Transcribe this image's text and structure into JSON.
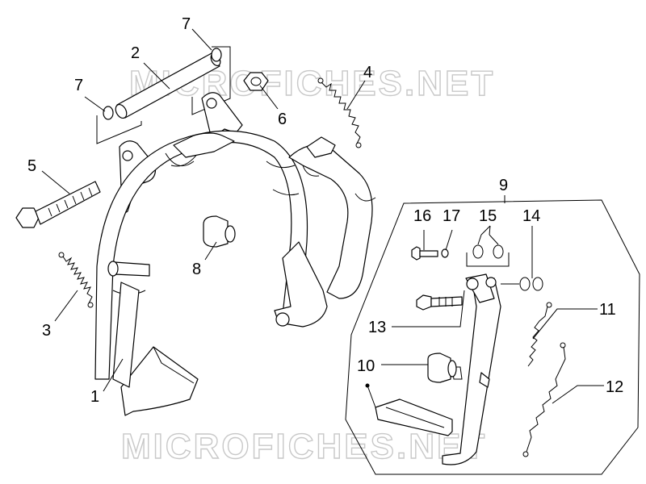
{
  "watermark": {
    "text": "MICROFICHES.NET"
  },
  "callouts": {
    "c1": "1",
    "c2": "2",
    "c3": "3",
    "c4": "4",
    "c5": "5",
    "c6": "6",
    "c7a": "7",
    "c7b": "7",
    "c8": "8",
    "c9": "9",
    "c10": "10",
    "c11": "11",
    "c12": "12",
    "c13": "13",
    "c14": "14",
    "c15": "15",
    "c16": "16",
    "c17": "17"
  }
}
